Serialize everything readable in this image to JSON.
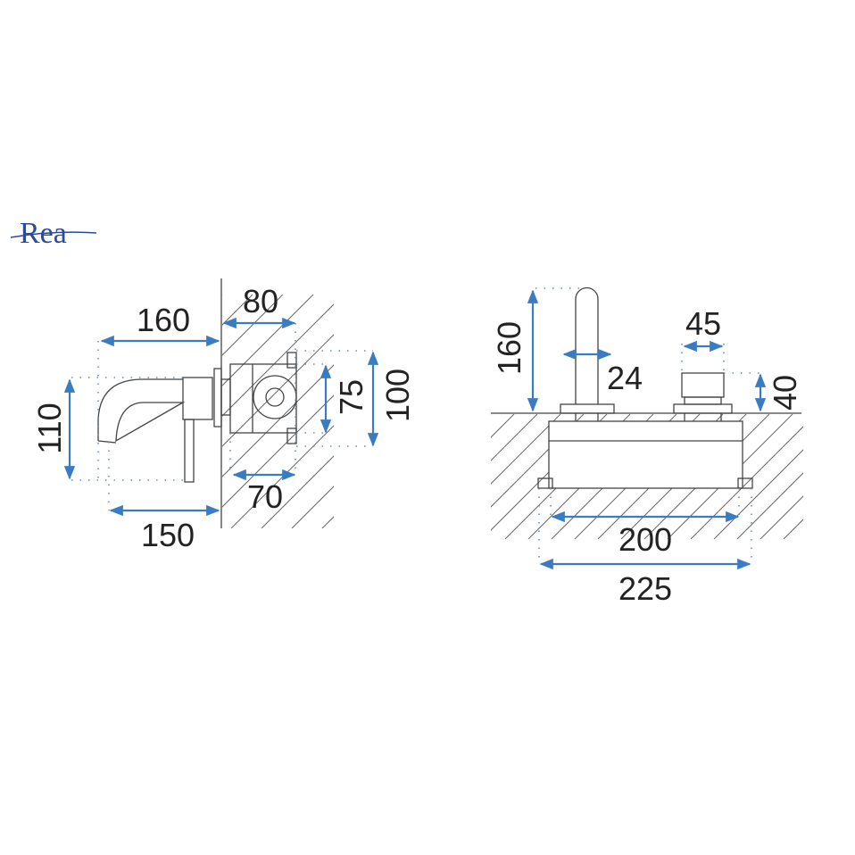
{
  "logo": {
    "text": "Rea",
    "color": "#2a4a9a"
  },
  "colors": {
    "dimension": "#3a7cc4",
    "outline": "#444444"
  },
  "side_view": {
    "dims": {
      "projection_total": "160",
      "depth_in_wall": "80",
      "height_spout": "110",
      "box_height": "75",
      "overall_height": "100",
      "box_depth": "70",
      "spout_projection": "150"
    }
  },
  "front_view": {
    "dims": {
      "spout_height": "160",
      "spout_diameter": "24",
      "handle_width": "45",
      "handle_height": "40",
      "box_width": "200",
      "overall_width": "225"
    }
  }
}
